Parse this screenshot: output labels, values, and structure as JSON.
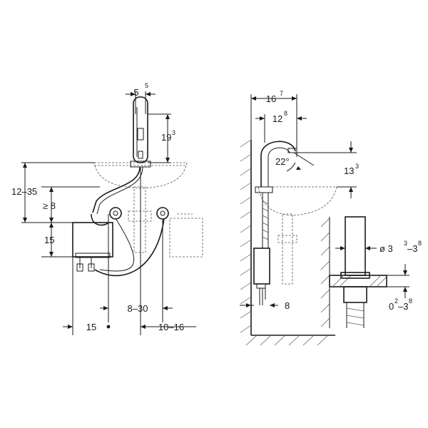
{
  "figure": {
    "labels": {
      "spout_width": "5",
      "spout_width_sup": "5",
      "spout_height": "19",
      "spout_height_sup": "3",
      "height_range": "12–35",
      "min_gap": "≥ 8",
      "box_height": "15",
      "lateral_range": "8–30",
      "bottom_left": "15",
      "bottom_right": "10–16",
      "reach_outer": "16",
      "reach_outer_sup": "7",
      "reach_inner": "12",
      "reach_inner_sup": "8",
      "angle": "22°",
      "side_height": "13",
      "side_height_sup": "3",
      "pipe_dia": "ø 3",
      "pipe_dia_sup1": "3",
      "pipe_dia_mid": "–3",
      "pipe_dia_sup2": "8",
      "slab_thickness": "0",
      "slab_thickness_sup1": "2",
      "slab_thickness_mid": "–3",
      "slab_thickness_sup2": "8",
      "side_box_gap": "8"
    }
  }
}
